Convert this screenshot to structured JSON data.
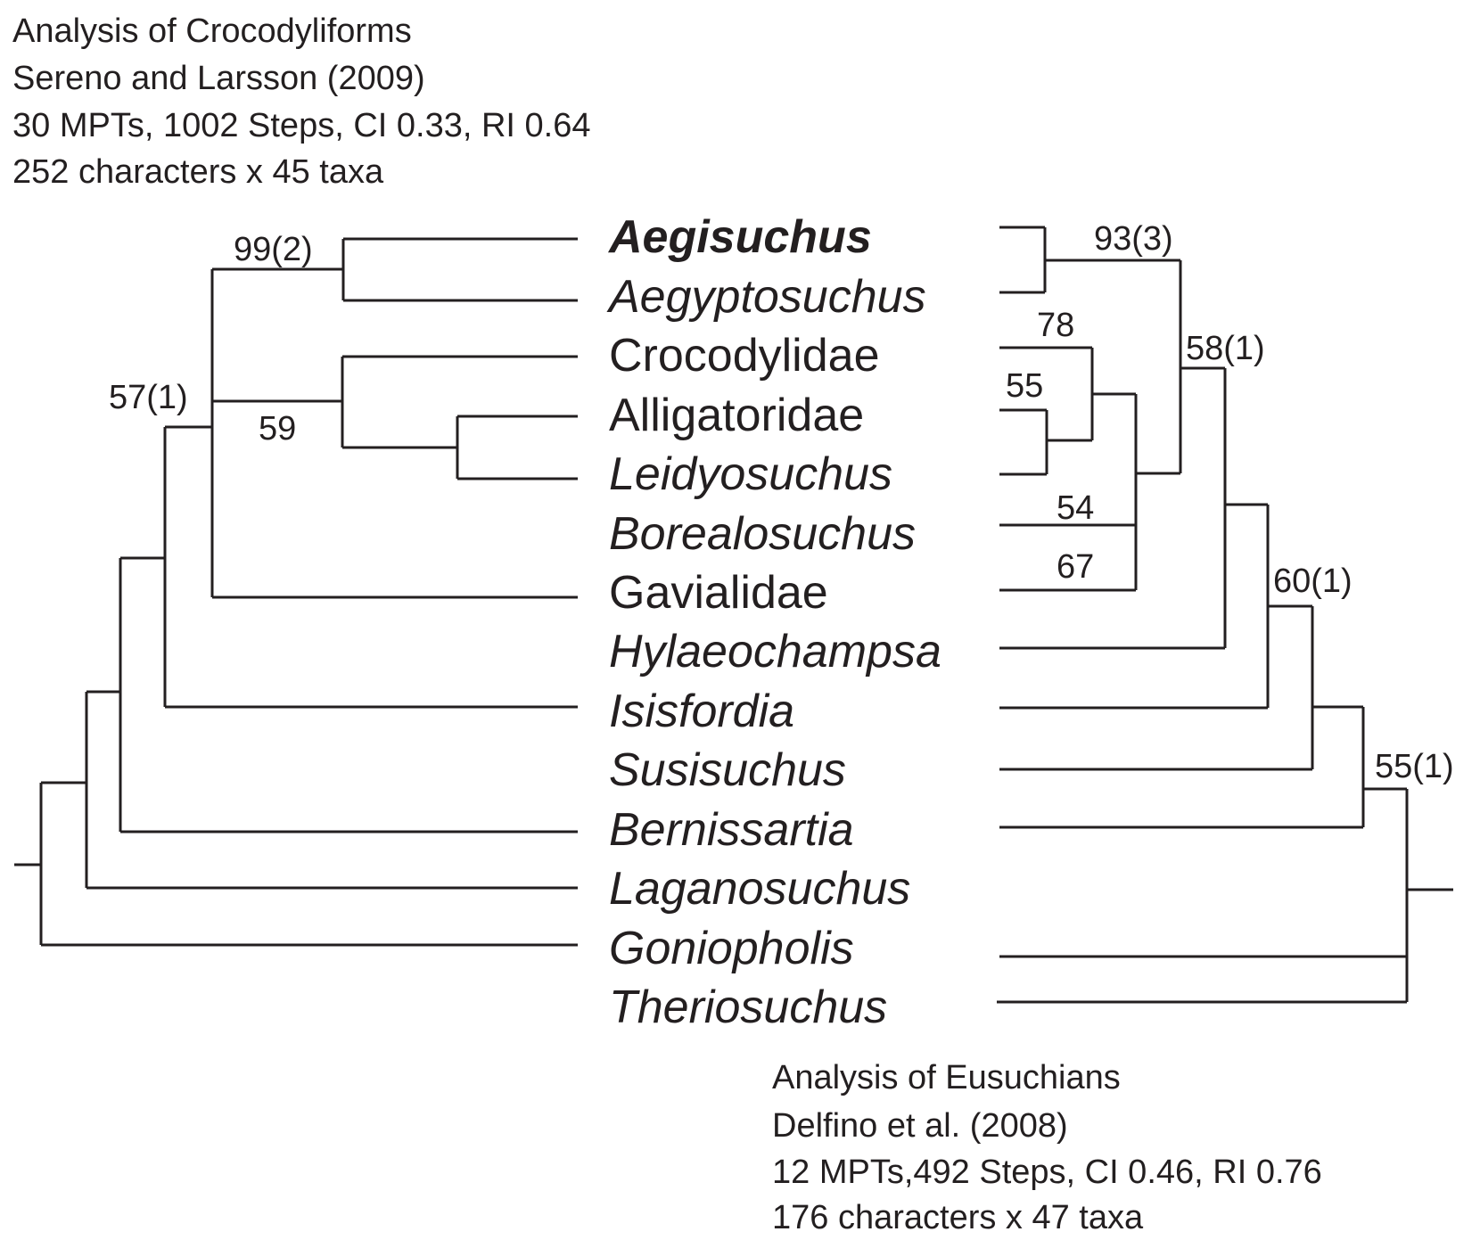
{
  "left_analysis": {
    "lines": [
      "Analysis of Crocodyliforms",
      "Sereno and Larsson (2009)",
      "30 MPTs, 1002 Steps, CI 0.33, RI 0.64",
      "252 characters x 45 taxa"
    ],
    "support_labels": [
      "99(2)",
      "57(1)",
      "59"
    ]
  },
  "right_analysis": {
    "lines": [
      "Analysis of Eusuchians",
      "Delfino et al. (2008)",
      "12 MPTs,492 Steps, CI 0.46, RI 0.76",
      "176 characters x 47 taxa"
    ],
    "support_labels": [
      "93(3)",
      "78",
      "55",
      "58(1)",
      "54",
      "67",
      "60(1)",
      "55(1)"
    ]
  },
  "taxa": [
    {
      "name": "Aegisuchus",
      "style": "bold-italic"
    },
    {
      "name": "Aegyptosuchus",
      "style": "italic"
    },
    {
      "name": "Crocodylidae",
      "style": "normal"
    },
    {
      "name": "Alligatoridae",
      "style": "normal"
    },
    {
      "name": "Leidyosuchus",
      "style": "italic"
    },
    {
      "name": "Borealosuchus",
      "style": "italic"
    },
    {
      "name": "Gavialidae",
      "style": "normal"
    },
    {
      "name": "Hylaeochampsa",
      "style": "italic"
    },
    {
      "name": "Isisfordia",
      "style": "italic"
    },
    {
      "name": "Susisuchus",
      "style": "italic"
    },
    {
      "name": "Bernissartia",
      "style": "italic"
    },
    {
      "name": "Laganosuchus",
      "style": "italic"
    },
    {
      "name": "Goniopholis",
      "style": "italic"
    },
    {
      "name": "Theriosuchus",
      "style": "italic"
    }
  ],
  "colors": {
    "ink": "#231f20",
    "background": "#ffffff"
  }
}
